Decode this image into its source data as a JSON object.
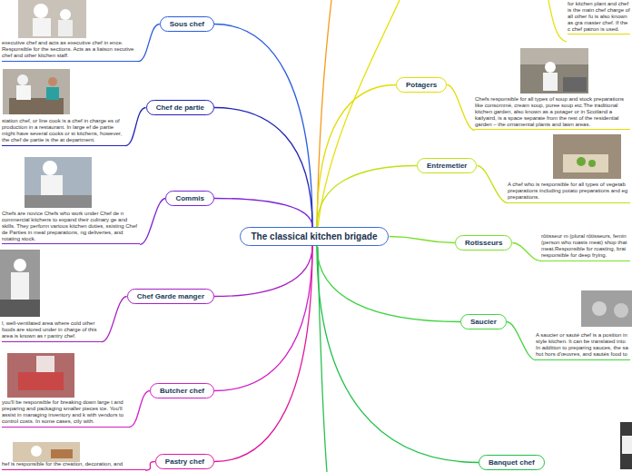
{
  "diagram": {
    "nodes": [
      {
        "text": [
          "for kitchen plant and chef is the main chef charge of all other fu is also known as gra master chef. If the c chef patron is used."
        ]
      },
      {
        "text": [
          "The classical kitchen brigade"
        ]
      },
      {
        "text": [
          "Sous chef"
        ]
      },
      {
        "text": [
          "executive chef and acts as executive chef in ence. Responsible for the sections. Acts as a liaison xecutive chef and other kitchen staff."
        ]
      },
      {
        "text": [
          "Chef de partie"
        ]
      },
      {
        "text": [
          "station chef, or line cook is a chef in charge es of production in a restaurant. In large ef de partie might have several cooks or st kitchens, however, the chef de partie is the at department."
        ]
      },
      {
        "text": [
          "Commis"
        ]
      },
      {
        "text": [
          "Chefs are novice Chefs who work under Chef de n commercial kitchens to expand their culinary ge and skills. They perform various kitchen duties, ssisting Chef de Parties in meal preparations, ng deliveries, and rotating stock."
        ]
      },
      {
        "text": [
          "Chef Garde manger"
        ]
      },
      {
        "text": [
          "l, well-ventilated area where cold other foods are stored under in charge of this area is known as r pantry chef."
        ]
      },
      {
        "text": [
          "Butcher chef"
        ]
      },
      {
        "text": [
          "you'll be responsible for breaking down large t and preparing and packaging smaller pieces ice. You'll assist in managing inventory and k with vendors to control costs. In some cases, ctly with."
        ]
      },
      {
        "text": [
          "Pastry chef"
        ]
      },
      {
        "text": [
          "hef is responsible for the creation, decoration, and"
        ]
      },
      {
        "text": [
          "Potagers"
        ]
      },
      {
        "text": [
          "Chefs responsible for all types of soup and stock preparations like consommé, cream soup, puree soup etc.The traditional kitchen garden, also known as a potager or in Scotland a kailyaird, is a space separate from the rest of the residential garden – the ornamental plants and lawn areas."
        ]
      },
      {
        "text": [
          "Entremetier"
        ]
      },
      {
        "text": [
          "A chef who is responsible for all types of vegetab preparations including potato preparations and eg preparations."
        ]
      },
      {
        "text": [
          "Rotisseurs"
        ]
      },
      {
        "text": [
          "rôtisseur m (plural rôtisseurs, femin (person who roasts meat) shop that meat.Responsible for roasting, brai responsible for deep frying."
        ]
      },
      {
        "text": [
          "Saucier"
        ]
      },
      {
        "text": [
          "A saucier or sauté chef is a position in style kitchen. It can be translated into In addition to preparing sauces, the sa hot hors d'œuvres, and sautés food to"
        ]
      },
      {
        "text": [
          "Banquet chef"
        ]
      }
    ],
    "edges": [
      {
        "from": 1,
        "to": 2,
        "arrow": "none"
      },
      {
        "from": 2,
        "to": 3,
        "arrow": "none"
      },
      {
        "from": 1,
        "to": 4,
        "arrow": "none"
      },
      {
        "from": 4,
        "to": 5,
        "arrow": "none"
      },
      {
        "from": 1,
        "to": 6,
        "arrow": "none"
      },
      {
        "from": 6,
        "to": 7,
        "arrow": "none"
      },
      {
        "from": 1,
        "to": 8,
        "arrow": "none"
      },
      {
        "from": 8,
        "to": 9,
        "arrow": "none"
      },
      {
        "from": 1,
        "to": 10,
        "arrow": "none"
      },
      {
        "from": 10,
        "to": 11,
        "arrow": "none"
      },
      {
        "from": 1,
        "to": 12,
        "arrow": "none"
      },
      {
        "from": 12,
        "to": 13,
        "arrow": "none"
      },
      {
        "from": 1,
        "to": 14,
        "arrow": "none"
      },
      {
        "from": 14,
        "to": 15,
        "arrow": "none"
      },
      {
        "from": 1,
        "to": 16,
        "arrow": "none"
      },
      {
        "from": 16,
        "to": 17,
        "arrow": "none"
      },
      {
        "from": 1,
        "to": 18,
        "arrow": "none"
      },
      {
        "from": 18,
        "to": 19,
        "arrow": "none"
      },
      {
        "from": 1,
        "to": 20,
        "arrow": "none"
      },
      {
        "from": 20,
        "to": 21,
        "arrow": "none"
      },
      {
        "from": 1,
        "to": 22,
        "arrow": "none"
      }
    ]
  }
}
